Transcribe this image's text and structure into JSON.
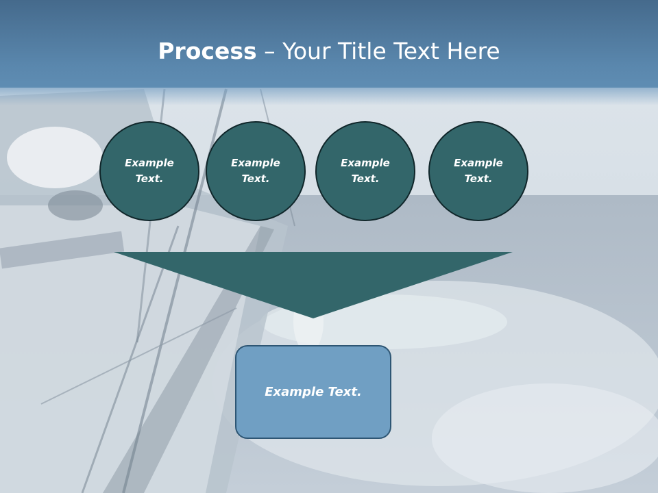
{
  "slide": {
    "title_bold": "Process",
    "title_rest": " – Your Title Text Here",
    "steps": [
      {
        "label": "Example Text."
      },
      {
        "label": "Example Text."
      },
      {
        "label": "Example Text."
      },
      {
        "label": "Example Text."
      }
    ],
    "result_label": "Example Text."
  },
  "colors": {
    "title_band": "#5a87ad",
    "circle_fill": "#33666a",
    "circle_border": "#10262a",
    "funnel_fill": "#33666a",
    "result_fill": "#709fc3",
    "result_border": "#2e5674"
  }
}
